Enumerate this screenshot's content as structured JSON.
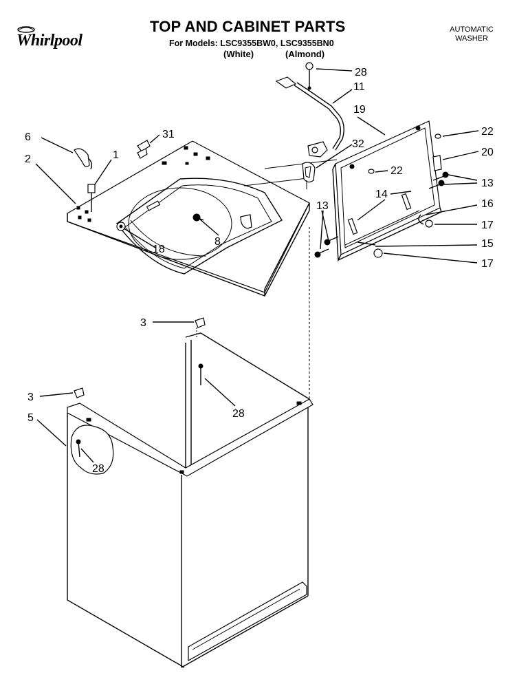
{
  "header": {
    "brand": "Whirlpool",
    "title": "TOP AND CABINET PARTS",
    "models": "For Models: LSC9355BW0, LSC9355BN0",
    "variant_white": "(White)",
    "variant_almond": "(Almond)",
    "product_line1": "AUTOMATIC",
    "product_line2": "WASHER"
  },
  "callouts": {
    "c28_top": "28",
    "c11": "11",
    "c19": "19",
    "c22_right": "22",
    "c20": "20",
    "c6": "6",
    "c31": "31",
    "c32": "32",
    "c1": "1",
    "c2": "2",
    "c22_mid": "22",
    "c13_right": "13",
    "c14": "14",
    "c16": "16",
    "c13_left": "13",
    "c17_upper": "17",
    "c8": "8",
    "c15": "15",
    "c18": "18",
    "c17_lower": "17",
    "c3_upper": "3",
    "c3_lower": "3",
    "c28_mid": "28",
    "c5": "5",
    "c28_bottom": "28"
  }
}
